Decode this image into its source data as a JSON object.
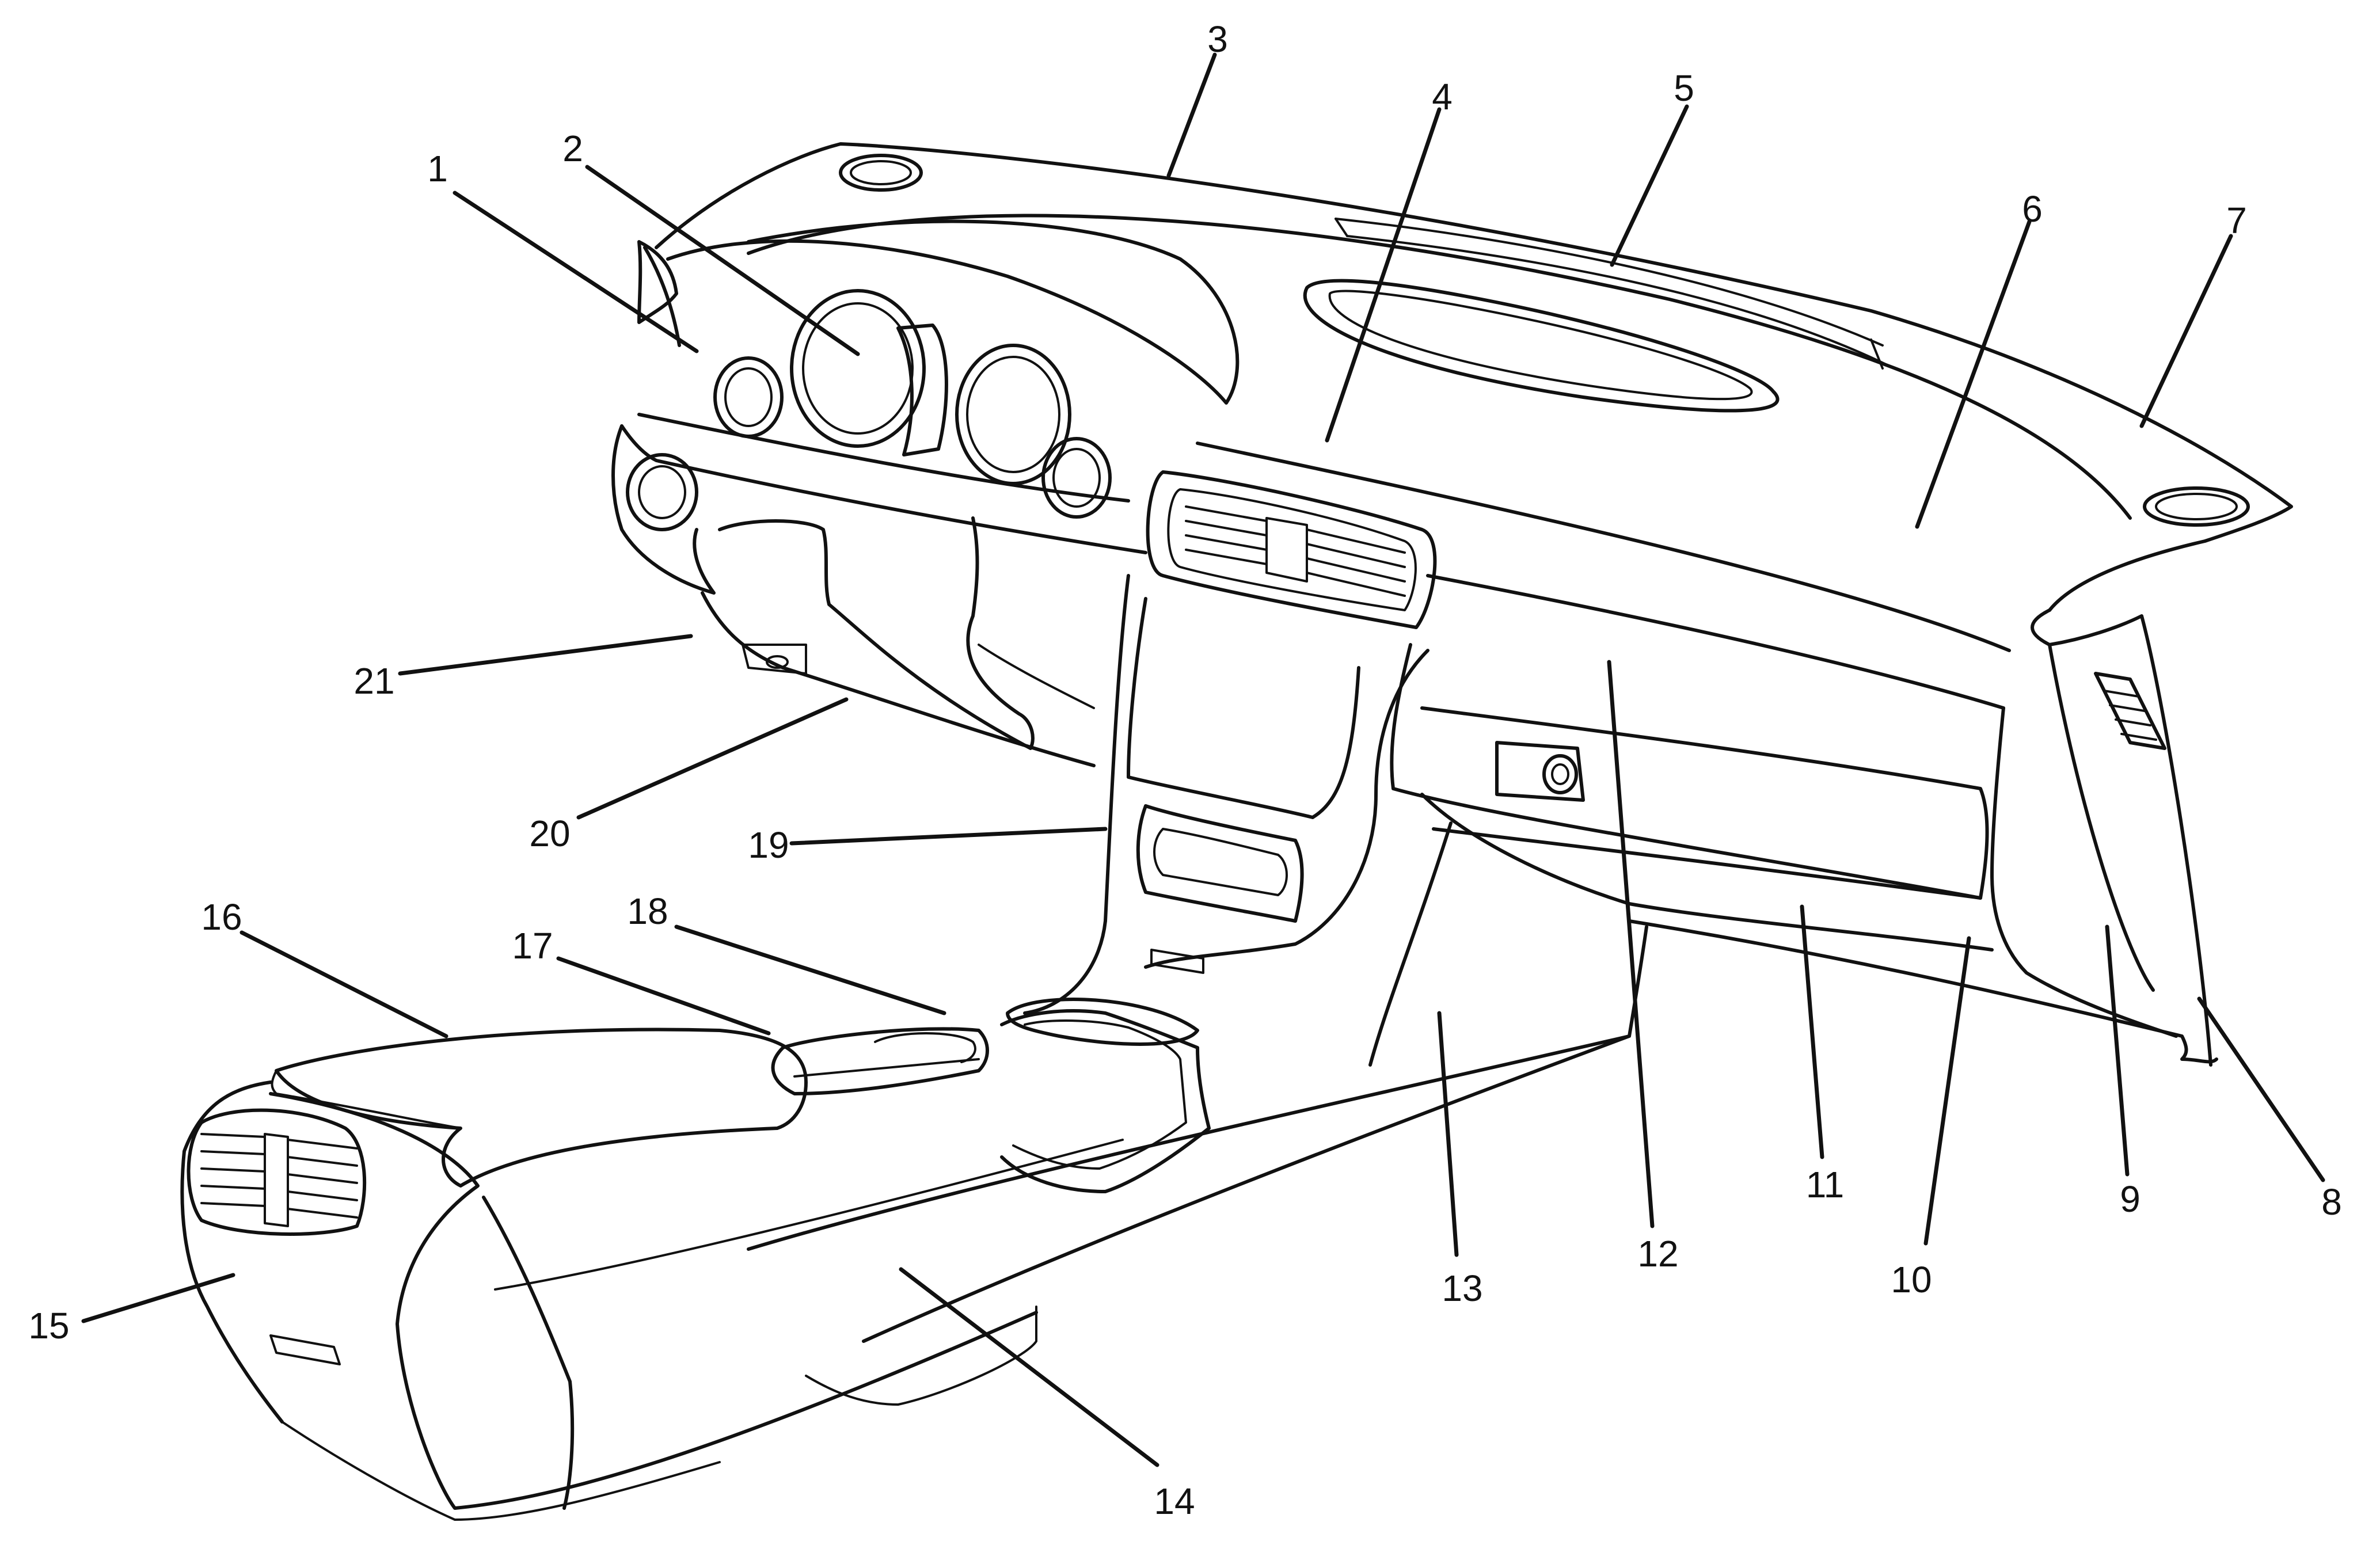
{
  "diagram": {
    "callouts": [
      {
        "label": "1"
      },
      {
        "label": "2"
      },
      {
        "label": "3"
      },
      {
        "label": "4"
      },
      {
        "label": "5"
      },
      {
        "label": "6"
      },
      {
        "label": "7"
      },
      {
        "label": "8"
      },
      {
        "label": "9"
      },
      {
        "label": "10"
      },
      {
        "label": "11"
      },
      {
        "label": "12"
      },
      {
        "label": "13"
      },
      {
        "label": "14"
      },
      {
        "label": "15"
      },
      {
        "label": "16"
      },
      {
        "label": "17"
      },
      {
        "label": "18"
      },
      {
        "label": "19"
      },
      {
        "label": "20"
      },
      {
        "label": "21"
      }
    ]
  },
  "colors": {
    "line": "#111111",
    "background": "#ffffff"
  }
}
